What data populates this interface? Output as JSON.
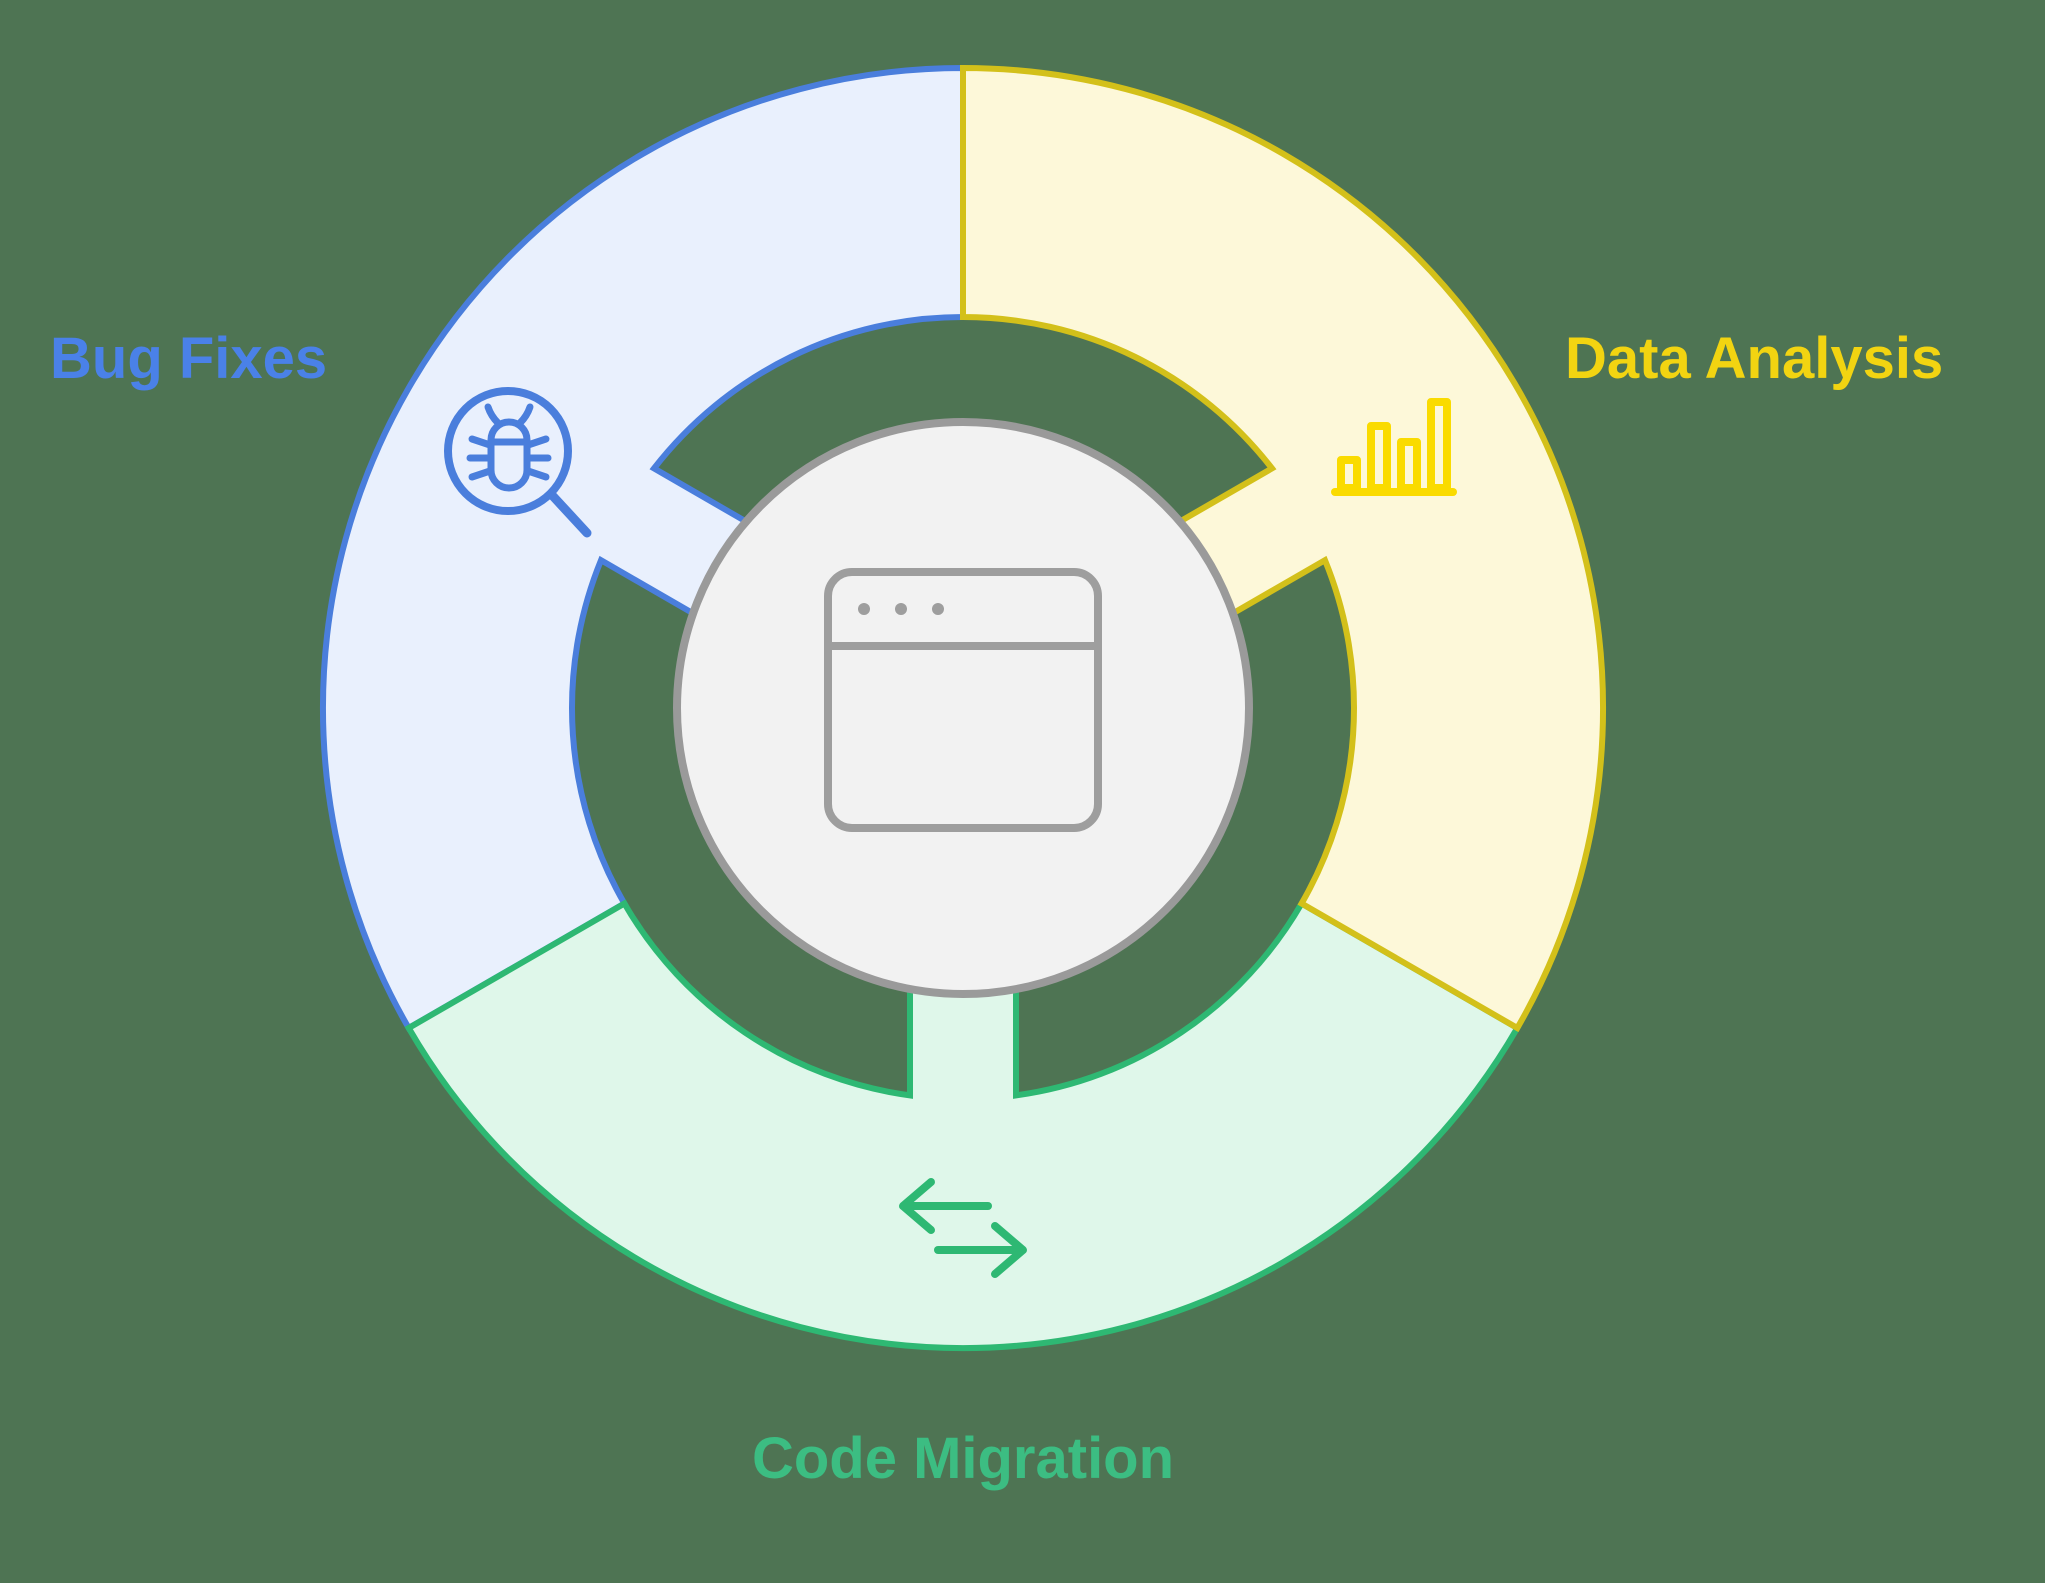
{
  "diagram": {
    "type": "three-segment-cycle",
    "background_color": "#4E7453",
    "center": {
      "icon": "browser-window-icon",
      "circle_fill": "#F2F2F2",
      "circle_stroke": "#9A9A9A",
      "icon_stroke": "#9E9E9E"
    },
    "segments": [
      {
        "id": "bug-fixes",
        "label": "Bug Fixes",
        "position": "top-left",
        "fill": "#E9F0FD",
        "stroke": "#4A7EDC",
        "icon_color": "#4A7EDC",
        "label_color": "#4A81E8",
        "icon": "bug-magnifier-icon"
      },
      {
        "id": "data-analysis",
        "label": "Data Analysis",
        "position": "right",
        "fill": "#FDF8D9",
        "stroke": "#D3C01A",
        "icon_color": "#FADB00",
        "label_color": "#F2D411",
        "icon": "bar-chart-icon"
      },
      {
        "id": "code-migration",
        "label": "Code Migration",
        "position": "bottom",
        "fill": "#DFF7EA",
        "stroke": "#2EB873",
        "icon_color": "#2EB873",
        "label_color": "#3CBD82",
        "icon": "transfer-arrows-icon"
      }
    ]
  }
}
